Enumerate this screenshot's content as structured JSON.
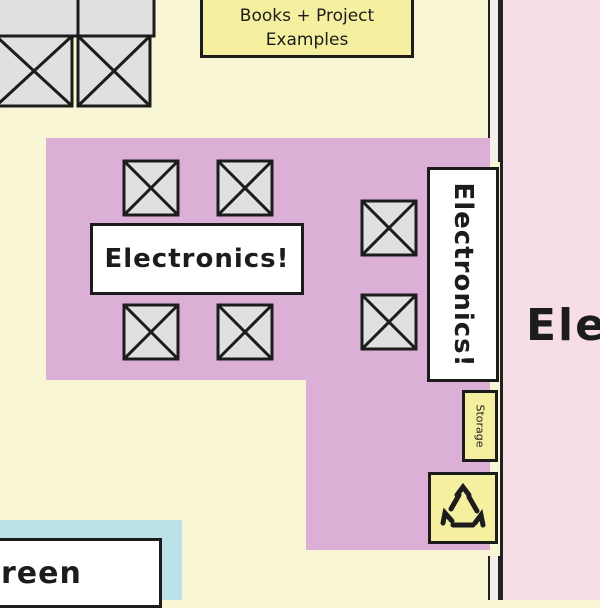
{
  "colors": {
    "floor": "#f8f6d4",
    "electronics_zone": "#dcb0d6",
    "right_room": "#f6dde8",
    "left_bottom_zone": "#b9e3e6",
    "shelf_box": "#e0e0e0",
    "label_yellow": "#f5f0a0",
    "outline": "#1c1c1c"
  },
  "map": {
    "books_label": "Books + Project\nExamples",
    "electronics_table_label": "Electronics!",
    "electronics_wall_label": "Electronics!",
    "right_room_label": "Ele",
    "storage_label": "Storage",
    "recycle_icon": "recycle-icon",
    "bottom_left_label": "reen"
  }
}
